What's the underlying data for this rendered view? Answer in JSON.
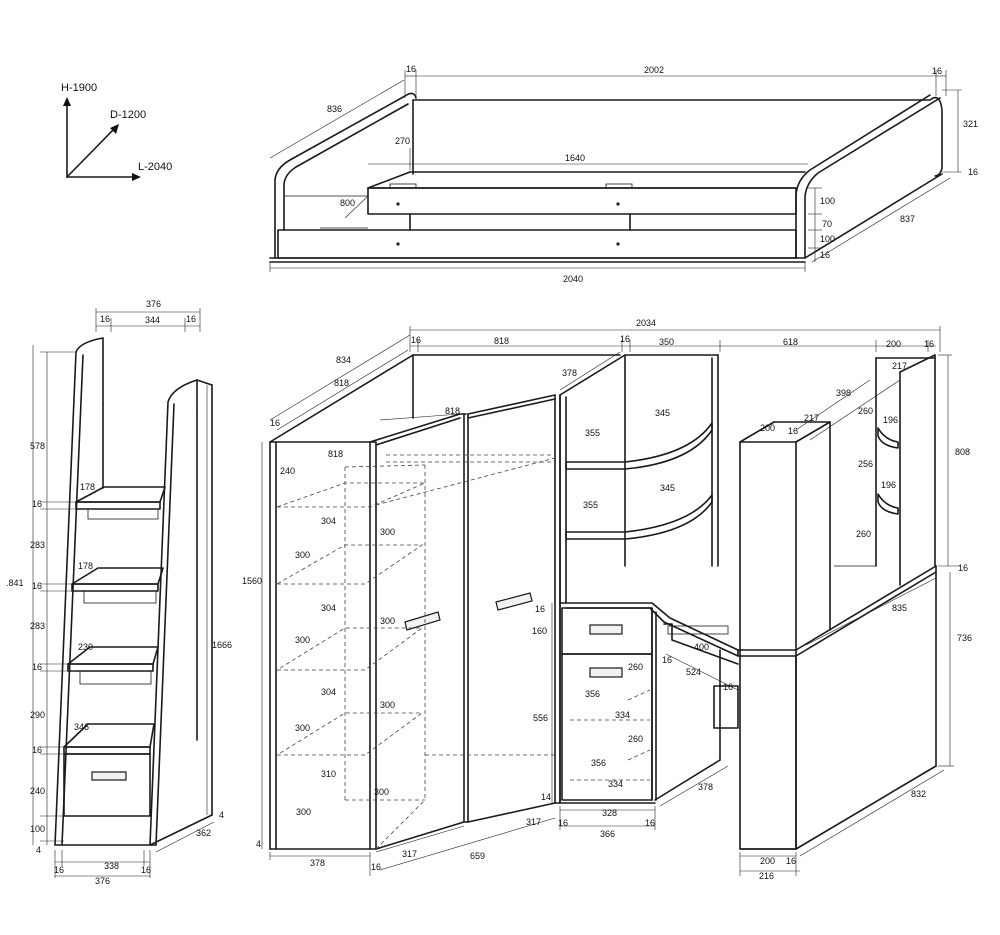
{
  "axes": {
    "height": "H-1900",
    "depth": "D-1200",
    "length": "L-2040"
  },
  "top_view": {
    "width": "2002",
    "left_panel": "16",
    "right_panel": "16",
    "depth_left": "836",
    "board_270": "270",
    "inner_1640": "1640",
    "depth_800": "800",
    "total_2040": "2040",
    "height_321": "321",
    "plinth_16": "16",
    "drawer_100_a": "100",
    "gap_70": "70",
    "drawer_100_b": "100",
    "base_16": "16",
    "depth_837": "837"
  },
  "stairs": {
    "width_376": "376",
    "side_16_left": "16",
    "inner_344": "344",
    "side_16_right": "16",
    "h_578": "578",
    "step1_depth": "178",
    "step1_16": "16",
    "h_283_a": "283",
    "step2_depth": "178",
    "step2_16": "16",
    "h_283_b": "283",
    "step3_depth": "230",
    "step3_16": "16",
    "h_290": "290",
    "step4_depth": "346",
    "step4_16": "16",
    "h_240": "240",
    "h_100": "100",
    "total_h": ".841",
    "h_1666": "1666",
    "base_4_left": "4",
    "base_4_right": "4",
    "depth_362": "362",
    "bottom_338": "338",
    "bottom_16_left": "16",
    "bottom_16_right": "16",
    "bottom_376": "376"
  },
  "main": {
    "total_2034": "2034",
    "top_16_a": "16",
    "top_818": "818",
    "top_16_b": "16",
    "top_350": "350",
    "top_618": "618",
    "top_200": "200",
    "top_16_c": "16",
    "depth_834": "834",
    "depth_818_a": "818",
    "left_16": "16",
    "wardrobe_818_b": "818",
    "wardrobe_818_c": "818",
    "depth_378_top": "378",
    "h_240": "240",
    "h_1560": "1560",
    "shelf_304_a": "304",
    "shelf_300_a": "300",
    "shelf_300_b": "300",
    "shelf_304_b": "304",
    "shelf_300_c": "300",
    "shelf_300_d": "300",
    "shelf_304_c": "304",
    "shelf_300_e": "300",
    "shelf_300_f": "300",
    "shelf_310": "310",
    "shelf_300_g": "300",
    "shelf_300_h": "300",
    "base_4": "4",
    "bottom_378": "378",
    "bottom_16": "16",
    "bottom_317_a": "317",
    "bottom_659": "659",
    "bottom_317_b": "317",
    "corner_355_a": "355",
    "corner_345_a": "345",
    "corner_355_b": "355",
    "corner_345_b": "345",
    "desk_16": "16",
    "desk_160": "160",
    "desk_556": "556",
    "desk_14": "14",
    "drawer_356_a": "356",
    "drawer_260_a": "260",
    "drawer_334_a": "334",
    "drawer_260_b": "260",
    "drawer_356_b": "356",
    "drawer_334_b": "334",
    "desk_328": "328",
    "desk_16_l": "16",
    "desk_16_r": "16",
    "desk_366": "366",
    "desk_378": "378",
    "desk_16_top": "16",
    "desk_400": "400",
    "desk_524": "524",
    "desk_16_b": "16",
    "tower_200": "200",
    "tower_16": "16",
    "tower_217_a": "217",
    "tower_398": "398",
    "tower_217_b": "217",
    "tower_260_a": "260",
    "tower_196_a": "196",
    "tower_256": "256",
    "tower_196_b": "196",
    "tower_260_b": "260",
    "tower_808": "808",
    "tower_16_r": "16",
    "bed_835": "835",
    "bed_736": "736",
    "bed_832": "832",
    "foot_200": "200",
    "foot_16": "16",
    "foot_216": "216"
  }
}
